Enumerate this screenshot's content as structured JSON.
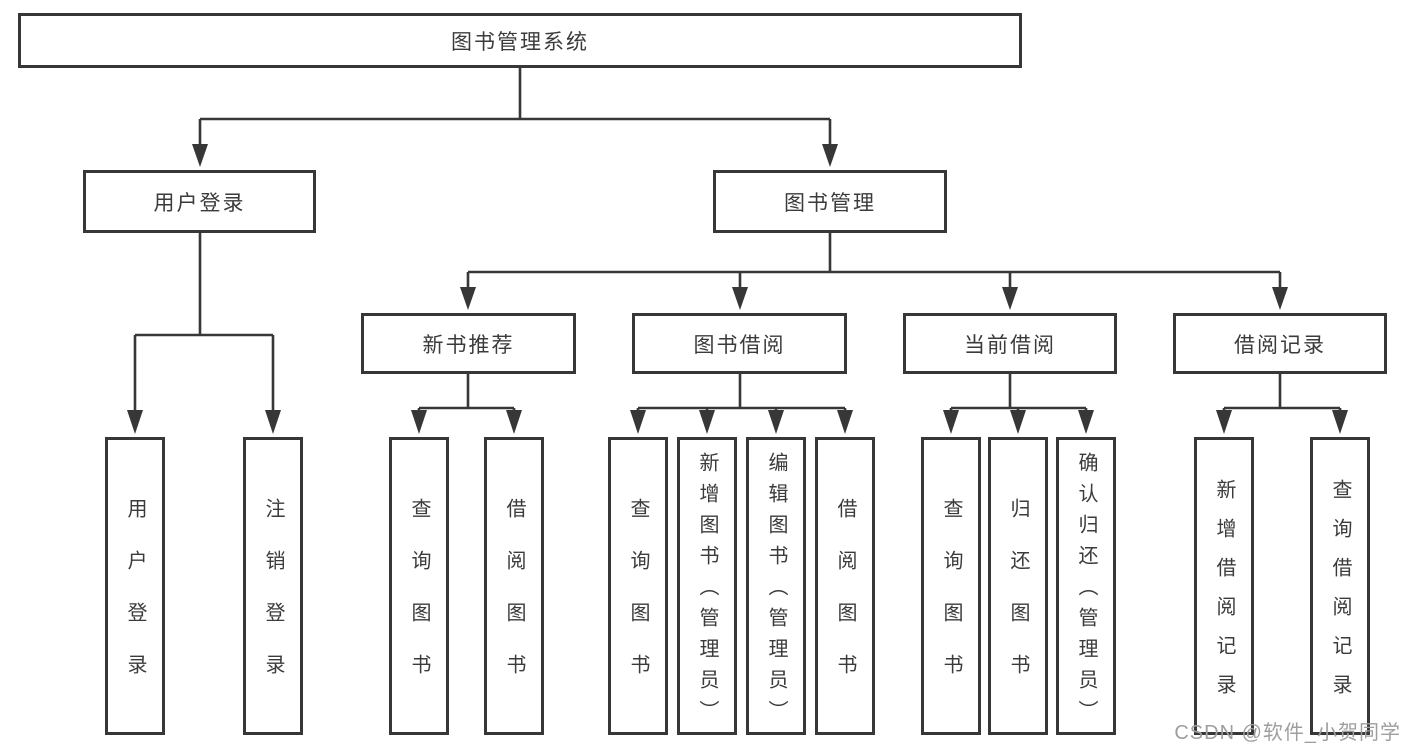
{
  "diagram": {
    "root": {
      "label": "图书管理系统"
    },
    "level2": [
      {
        "label": "用户登录"
      },
      {
        "label": "图书管理"
      }
    ],
    "level3": [
      {
        "label": "新书推荐",
        "parent": "图书管理"
      },
      {
        "label": "图书借阅",
        "parent": "图书管理"
      },
      {
        "label": "当前借阅",
        "parent": "图书管理"
      },
      {
        "label": "借阅记录",
        "parent": "图书管理"
      }
    ],
    "leaves": [
      {
        "label": "用户登录",
        "parent": "用户登录"
      },
      {
        "label": "注销登录",
        "parent": "用户登录"
      },
      {
        "label": "查询图书",
        "parent": "新书推荐"
      },
      {
        "label": "借阅图书",
        "parent": "新书推荐"
      },
      {
        "label": "查询图书",
        "parent": "图书借阅"
      },
      {
        "label": "新增图书（管理员）",
        "parent": "图书借阅"
      },
      {
        "label": "编辑图书（管理员）",
        "parent": "图书借阅"
      },
      {
        "label": "借阅图书",
        "parent": "图书借阅"
      },
      {
        "label": "查询图书",
        "parent": "当前借阅"
      },
      {
        "label": "归还图书",
        "parent": "当前借阅"
      },
      {
        "label": "确认归还（管理员）",
        "parent": "当前借阅"
      },
      {
        "label": "新增借阅记录",
        "parent": "借阅记录"
      },
      {
        "label": "查询借阅记录",
        "parent": "借阅记录"
      }
    ]
  },
  "watermark": {
    "text": "CSDN @软件_小贺同学"
  },
  "colors": {
    "line": "#373737",
    "text": "#3b3b3b",
    "watermark": "#9e9e9e",
    "background": "#ffffff"
  }
}
